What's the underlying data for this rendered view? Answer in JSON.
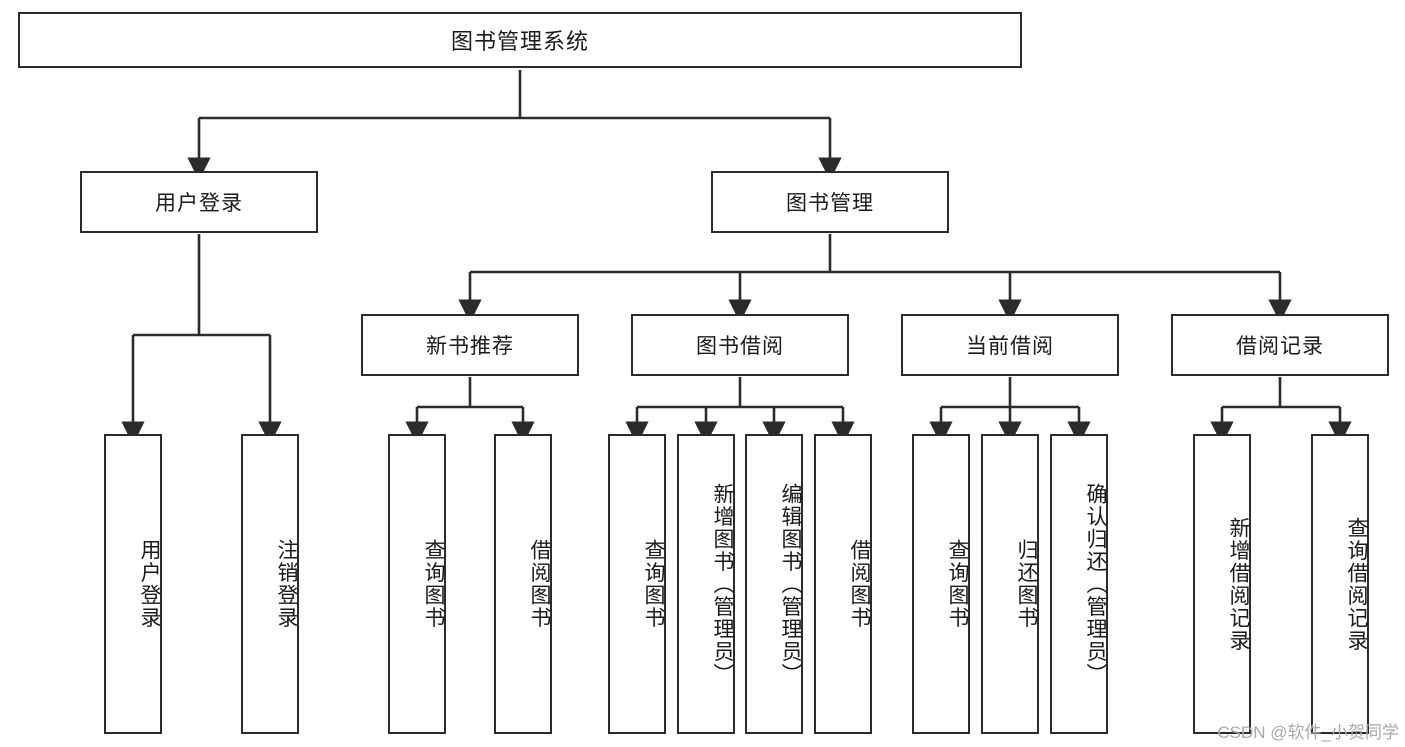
{
  "diagram": {
    "title": "图书管理系统",
    "type": "tree-structure-chart",
    "watermark": "CSDN @软件_小贺同学",
    "colors": {
      "box_border": "#2b2b2b",
      "box_fill": "#ffffff",
      "edge": "#2b2b2b",
      "text": "#1a1a1a",
      "watermark": "#a9a9a9",
      "background": "#ffffff"
    }
  },
  "nodes": {
    "root": {
      "label": "图书管理系统"
    },
    "level1": [
      {
        "label": "用户登录"
      },
      {
        "label": "图书管理"
      }
    ],
    "level2": [
      {
        "label": "新书推荐"
      },
      {
        "label": "图书借阅"
      },
      {
        "label": "当前借阅"
      },
      {
        "label": "借阅记录"
      }
    ],
    "leaves": {
      "user_login": [
        {
          "label": "用户登录"
        },
        {
          "label": "注销登录"
        }
      ],
      "new_book_recommend": [
        {
          "label": "查询图书"
        },
        {
          "label": "借阅图书"
        }
      ],
      "book_borrow": [
        {
          "label": "查询图书"
        },
        {
          "label": "新增图书（管理员）"
        },
        {
          "label": "编辑图书（管理员）"
        },
        {
          "label": "借阅图书"
        }
      ],
      "current_borrow": [
        {
          "label": "查询图书"
        },
        {
          "label": "归还图书"
        },
        {
          "label": "确认归还（管理员）"
        }
      ],
      "borrow_record": [
        {
          "label": "新增借阅记录"
        },
        {
          "label": "查询借阅记录"
        }
      ]
    }
  }
}
